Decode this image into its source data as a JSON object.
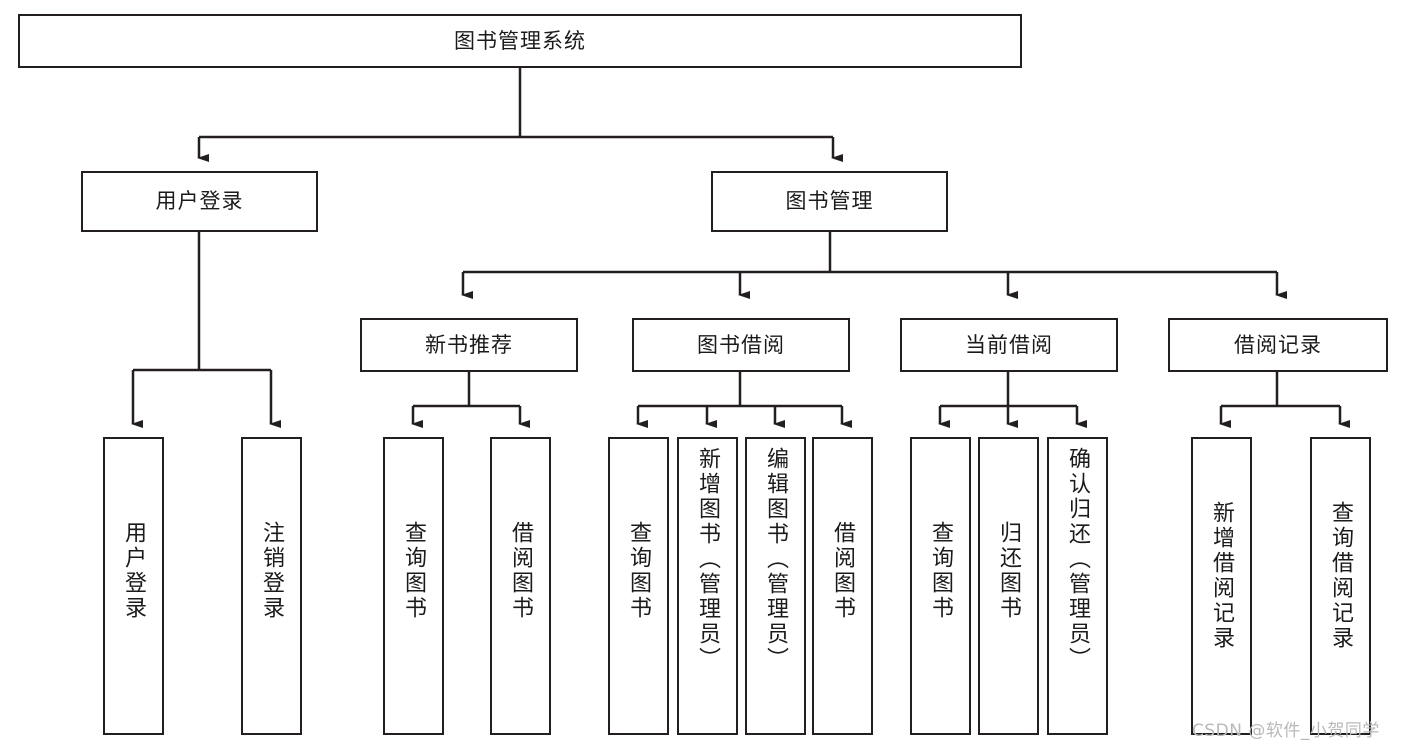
{
  "diagram": {
    "title": "图书管理系统",
    "root": {
      "label": "图书管理系统"
    },
    "level2": [
      {
        "label": "用户登录"
      },
      {
        "label": "图书管理"
      }
    ],
    "level3": [
      {
        "label": "新书推荐"
      },
      {
        "label": "图书借阅"
      },
      {
        "label": "当前借阅"
      },
      {
        "label": "借阅记录"
      }
    ],
    "leaves": {
      "user_login": [
        {
          "label": "用户登录"
        },
        {
          "label": "注销登录"
        }
      ],
      "new_book_recommend": [
        {
          "label": "查询图书"
        },
        {
          "label": "借阅图书"
        }
      ],
      "book_borrow": [
        {
          "label": "查询图书"
        },
        {
          "label": "新增图书（管理员）"
        },
        {
          "label": "编辑图书（管理员）"
        },
        {
          "label": "借阅图书"
        }
      ],
      "current_borrow": [
        {
          "label": "查询图书"
        },
        {
          "label": "归还图书"
        },
        {
          "label": "确认归还（管理员）"
        }
      ],
      "borrow_record": [
        {
          "label": "新增借阅记录"
        },
        {
          "label": "查询借阅记录"
        }
      ]
    }
  },
  "watermark": {
    "text": "CSDN @软件_小贺同学"
  },
  "colors": {
    "stroke": "#231f20",
    "background": "#ffffff",
    "text": "#1b1b1b",
    "watermark": "#b9b9b9"
  }
}
